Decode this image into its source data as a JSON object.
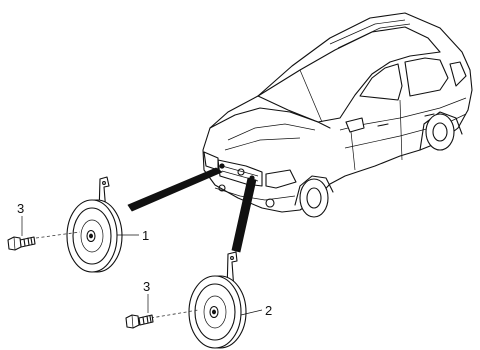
{
  "callouts": [
    {
      "id": "horn-upper",
      "label": "1"
    },
    {
      "id": "horn-lower",
      "label": "2"
    },
    {
      "id": "bolt-upper",
      "label": "3"
    },
    {
      "id": "bolt-lower",
      "label": "3"
    }
  ]
}
